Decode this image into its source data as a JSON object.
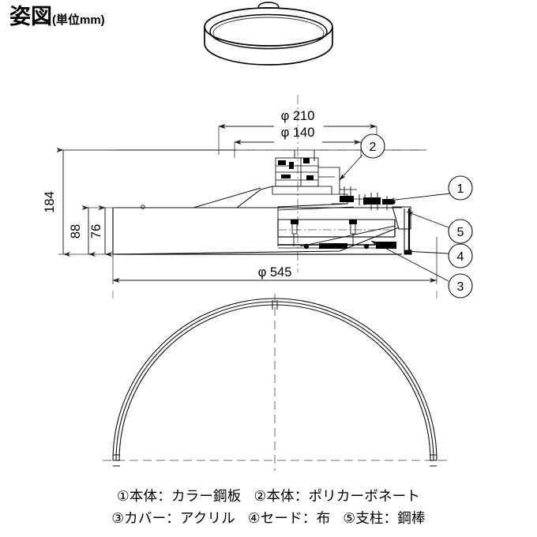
{
  "title": {
    "main": "姿図",
    "unit": "(単位mm)"
  },
  "views": {
    "top_perspective": "ceiling-light-perspective",
    "cross_section": "fixture-cross-section",
    "bottom_arc": "shade-dome-outline"
  },
  "dimensions": {
    "outer_top_diameter": "φ 210",
    "inner_top_diameter": "φ 140",
    "overall_height": "184",
    "body_height": "88",
    "shade_height": "76",
    "overall_diameter": "φ 545"
  },
  "callouts": [
    {
      "id": "1",
      "label": "1"
    },
    {
      "id": "2",
      "label": "2"
    },
    {
      "id": "3",
      "label": "3"
    },
    {
      "id": "4",
      "label": "4"
    },
    {
      "id": "5",
      "label": "5"
    }
  ],
  "legend": {
    "line1_item1": "①本体：カラー鋼板",
    "line1_item2": "②本体：ポリカーボネート",
    "line2_item1": "③カバー：アクリル",
    "line2_item2": "④セード：布",
    "line2_item3": "⑤支柱：鋼棒"
  },
  "colors": {
    "line": "#000000",
    "thin_line": "#2b2b2b",
    "center_line": "#7a7a7a",
    "background": "#ffffff"
  }
}
